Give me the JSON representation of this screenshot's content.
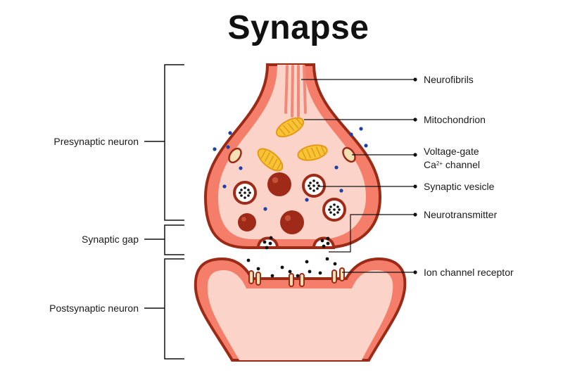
{
  "title": "Synapse",
  "left_labels": {
    "presynaptic": "Presynaptic neuron",
    "gap": "Synaptic gap",
    "postsynaptic": "Postsynaptic neuron"
  },
  "right_labels": {
    "neurofibrils": "Neurofibrils",
    "mitochondrion": "Mitochondrion",
    "voltage_gate_line1": "Voltage-gate",
    "voltage_gate_line2_prefix": "Ca",
    "voltage_gate_line2_sup": "2+",
    "voltage_gate_line2_suffix": " channel",
    "synaptic_vesicle": "Synaptic vesicle",
    "neurotransmitter": "Neurotransmitter",
    "ion_channel_receptor": "Ion channel receptor"
  },
  "colors": {
    "membrane": "#9b2a16",
    "outer_fill": "#f47e6a",
    "inner_fill": "#fbd3c8",
    "mitochondrion": "#f7c438",
    "vesicle": "#9e2a17",
    "ion": "#1f3fa6",
    "transmitter": "#111111"
  }
}
